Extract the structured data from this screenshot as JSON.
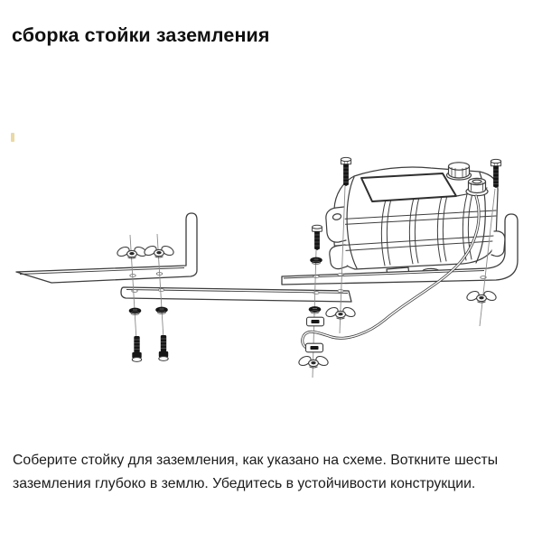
{
  "header": {
    "title": "сборка стойки заземления"
  },
  "instructions": {
    "line1": "Соберите стойку для заземления, как указано на схеме. Воткните шесты",
    "line2": "заземления глубоко в землю. Убедитесь в устойчивости конструкции."
  },
  "diagram": {
    "type": "exploded-assembly-line-drawing",
    "subject": "grounding stand assembly with device, two L-shaped stakes, cross plate, bolts, wing nuts and ground cable",
    "colors": {
      "outline": "#3d3d3d",
      "hardware": "#161616",
      "leader_line": "#8a8a8a",
      "paper": "#ffffff",
      "scan_artifact": "#ead9a2"
    },
    "parts": [
      "device-unit",
      "filler-cap",
      "cable-terminal-cap",
      "ground-cable",
      "left-ground-stake",
      "right-ground-stake",
      "cross-plate",
      "wing-nut",
      "flange-nut",
      "carriage-bolt",
      "hex-bolt",
      "cable-clamp",
      "mounting-lug",
      "assembly-axis-line",
      "bolt-hole"
    ]
  }
}
